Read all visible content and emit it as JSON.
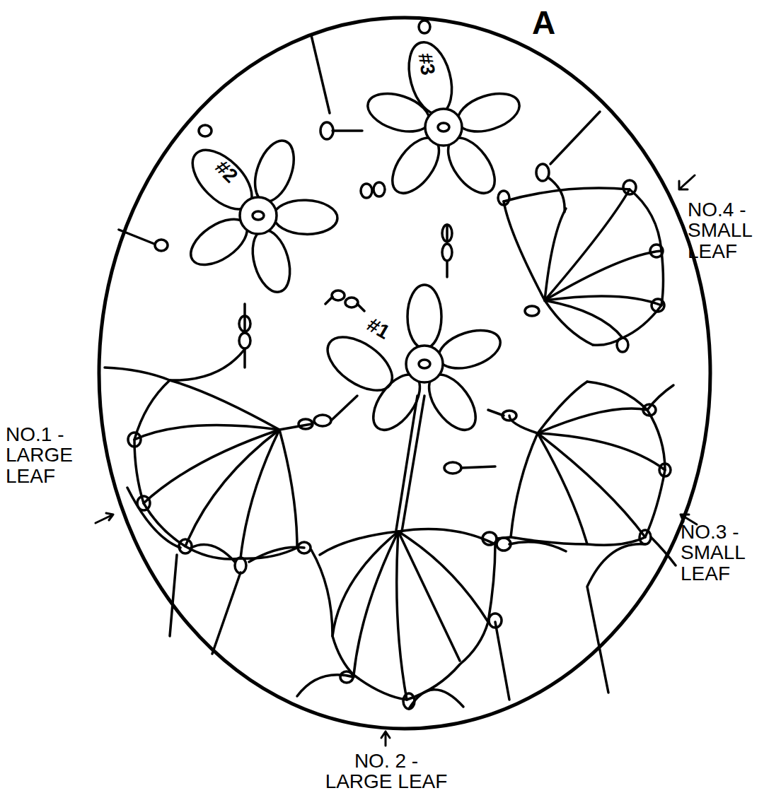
{
  "diagram": {
    "labels": [
      "A",
      "#3",
      "#2",
      "#1",
      "NO.4 - SMALL LEAF",
      "NO.1 - LARGE LEAF",
      "NO.3 - SMALL LEAF",
      "NO. 2 - LARGE LEAF"
    ]
  }
}
